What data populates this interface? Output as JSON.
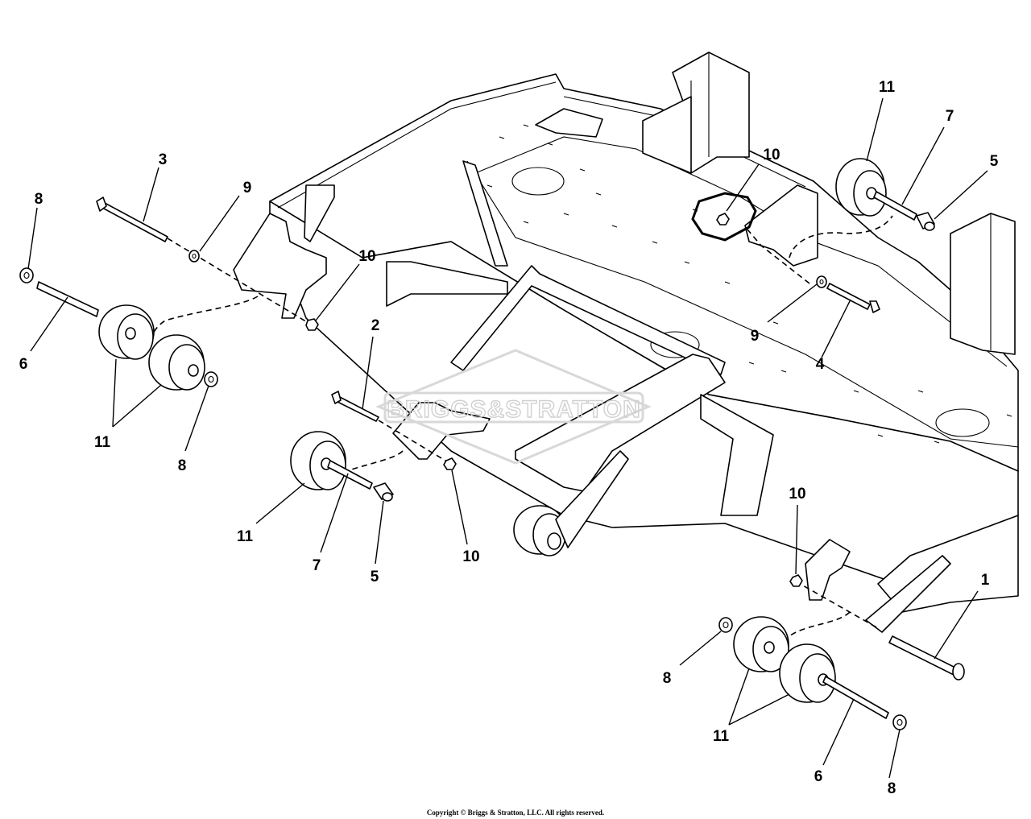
{
  "watermark": {
    "brand_text": "BRIGGS&STRATTON"
  },
  "callouts": [
    {
      "id": "c3",
      "label": "3"
    },
    {
      "id": "c9a",
      "label": "9"
    },
    {
      "id": "c8a",
      "label": "8"
    },
    {
      "id": "c6a",
      "label": "6"
    },
    {
      "id": "c11a",
      "label": "11"
    },
    {
      "id": "c8b",
      "label": "8"
    },
    {
      "id": "c10a",
      "label": "10"
    },
    {
      "id": "c2",
      "label": "2"
    },
    {
      "id": "c11b",
      "label": "11"
    },
    {
      "id": "c7a",
      "label": "7"
    },
    {
      "id": "c5a",
      "label": "5"
    },
    {
      "id": "c10b",
      "label": "10"
    },
    {
      "id": "c10c",
      "label": "10"
    },
    {
      "id": "c11c",
      "label": "11"
    },
    {
      "id": "c7b",
      "label": "7"
    },
    {
      "id": "c5b",
      "label": "5"
    },
    {
      "id": "c9b",
      "label": "9"
    },
    {
      "id": "c4",
      "label": "4"
    },
    {
      "id": "c10d",
      "label": "10"
    },
    {
      "id": "c1",
      "label": "1"
    },
    {
      "id": "c8c",
      "label": "8"
    },
    {
      "id": "c11d",
      "label": "11"
    },
    {
      "id": "c6b",
      "label": "6"
    },
    {
      "id": "c8d",
      "label": "8"
    }
  ],
  "footer": {
    "copyright": "Copyright © Briggs & Stratton, LLC. All rights reserved."
  }
}
